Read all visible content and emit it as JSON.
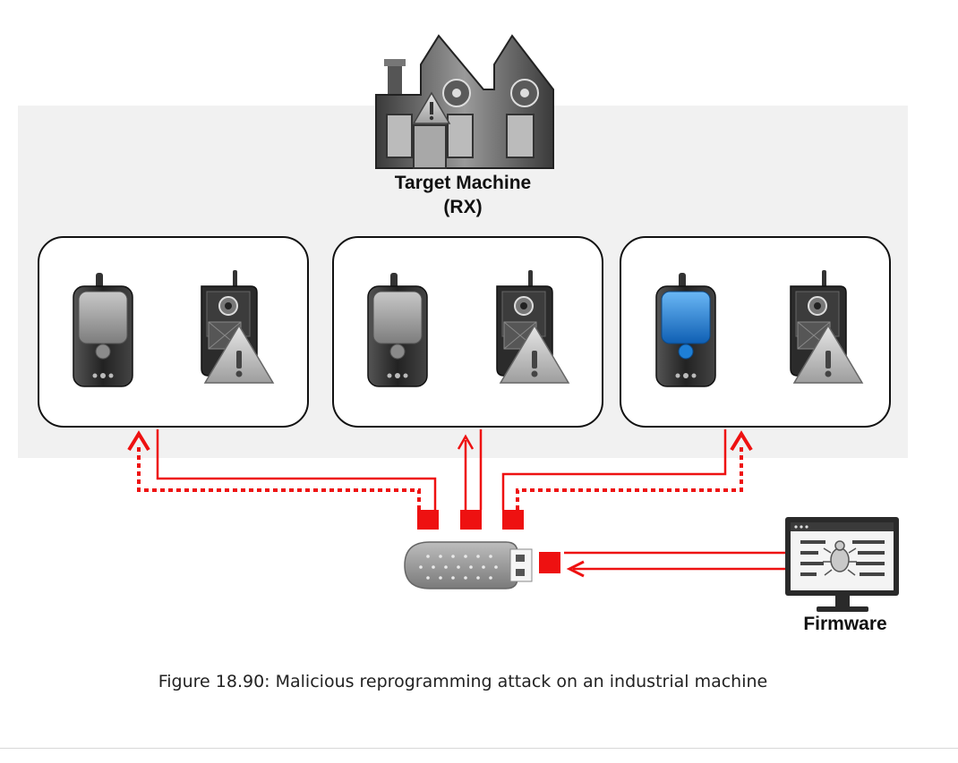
{
  "diagram": {
    "target_machine_label_line1": "Target Machine",
    "target_machine_label_line2": "(RX)",
    "firmware_label": "Firmware",
    "caption": "Figure 18.90: Malicious reprogramming attack on an industrial machine",
    "colors": {
      "attack_red": "#ee1111",
      "panel_gray": "#f1f1f1",
      "device_dark": "#2a2a2a",
      "screen_gray": "#9a9a9a",
      "screen_blue": "#1e7fd6"
    },
    "icons": [
      "factory-icon",
      "phone-icon",
      "camera-phone-warning-icon",
      "usb-drive-icon",
      "monitor-bug-icon"
    ]
  }
}
